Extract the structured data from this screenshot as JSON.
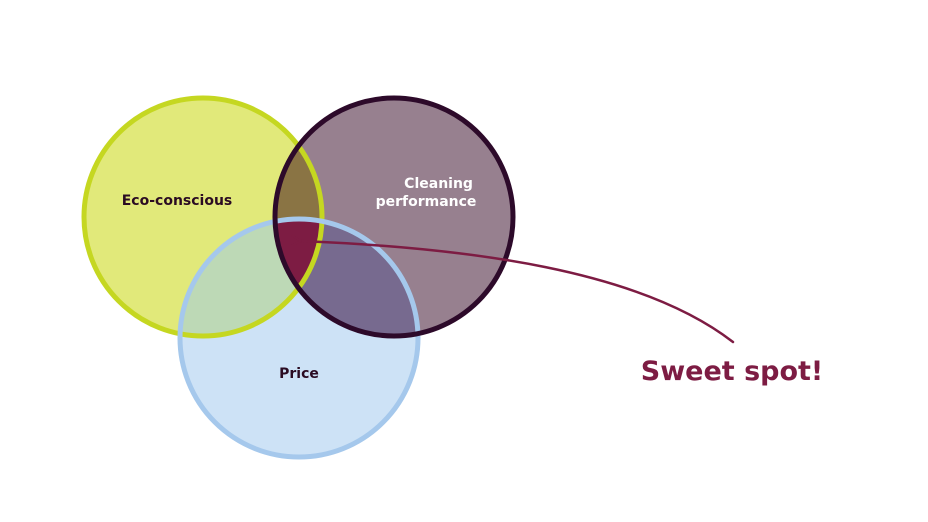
{
  "sets": [
    {
      "id": "eco",
      "label": "Eco-conscious",
      "fill": "#e1e97a",
      "stroke": "#c5d721",
      "label_color": "#2a0b22"
    },
    {
      "id": "cleaning",
      "label_lines": [
        "Cleaning",
        "performance"
      ],
      "fill": "#97808f",
      "stroke": "#2d0a2a",
      "label_color": "#ffffff"
    },
    {
      "id": "price",
      "label": "Price",
      "fill": "#cde2f6",
      "stroke": "#a5c8ec",
      "label_color": "#2a0b22"
    }
  ],
  "overlap_colors": {
    "eco_price": "#bdd9b6",
    "eco_cleaning": "#8a7444",
    "cleaning_price": "#776a8f",
    "center": "#7d1c43",
    "center_outline": "#7d1c43"
  },
  "callout": {
    "text": "Sweet spot!",
    "color": "#7d1c43"
  }
}
